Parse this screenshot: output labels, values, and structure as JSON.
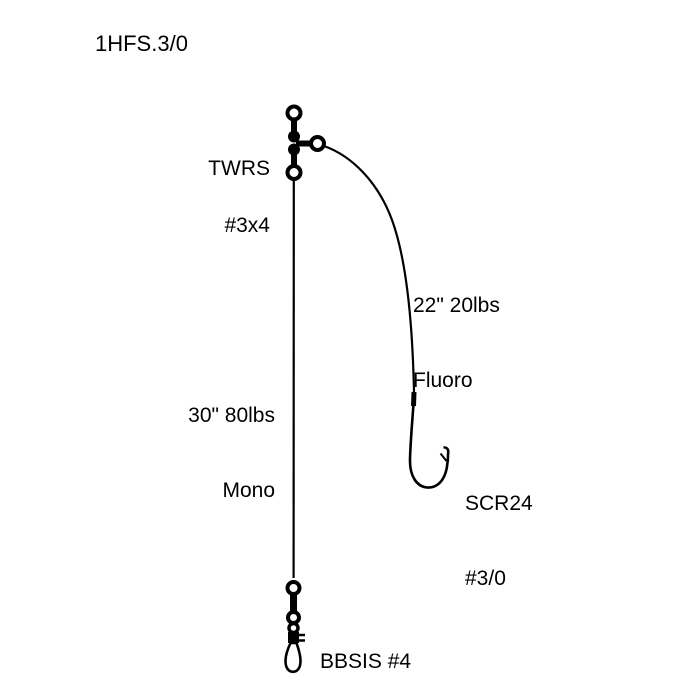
{
  "title": "1HFS.3/0",
  "labels": {
    "top_swivel": {
      "line1": "TWRS",
      "line2": "#3x4"
    },
    "main_line": {
      "line1": "30\" 80lbs",
      "line2": "Mono"
    },
    "dropper_line": {
      "line1": "22\" 20lbs",
      "line2": "Fluoro"
    },
    "hook": {
      "line1": "SCR24",
      "line2": "#3/0"
    },
    "bottom_snap": {
      "line1": "BBSIS #4"
    }
  },
  "colors": {
    "ink": "#000000",
    "background": "#ffffff"
  }
}
